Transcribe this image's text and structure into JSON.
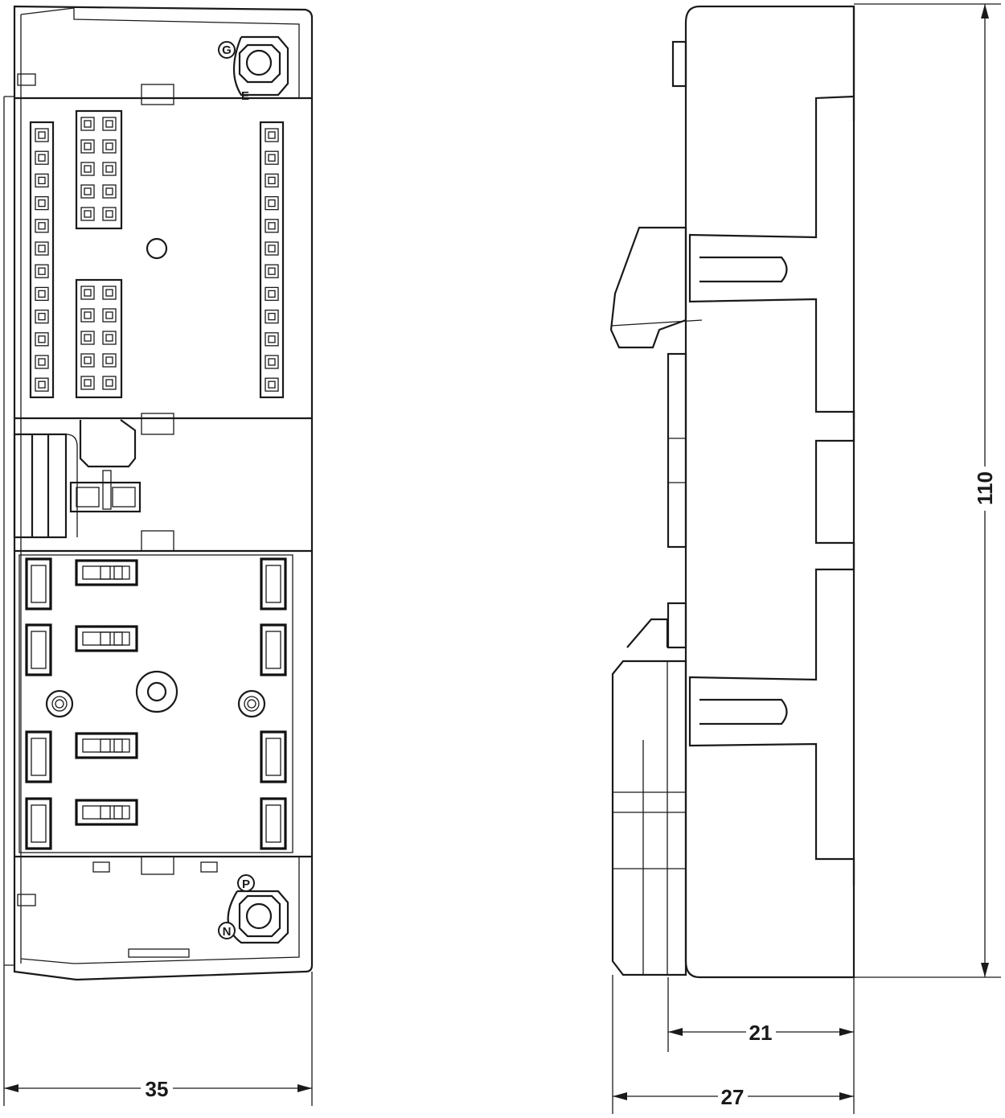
{
  "terminal_labels": {
    "top_left": "G",
    "top_bottom": "E",
    "bottom_top": "P",
    "bottom_left": "N"
  },
  "dimensions": {
    "width": "35",
    "depth_inner": "21",
    "depth_total": "27",
    "height": "110"
  },
  "line_color": "#1a1a1a"
}
